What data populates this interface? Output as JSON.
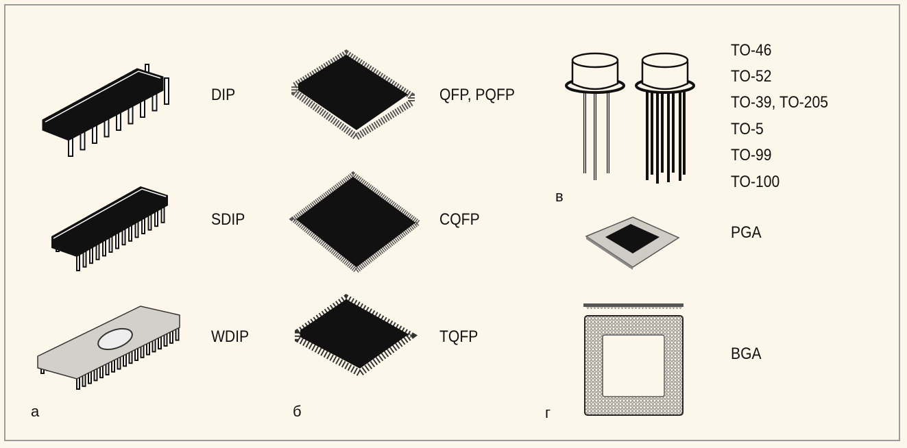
{
  "panels": {
    "a": {
      "letter": "а",
      "labels": [
        "DIP",
        "SDIP",
        "WDIP"
      ]
    },
    "b": {
      "letter": "б",
      "labels": [
        "QFP, PQFP",
        "CQFP",
        "TQFP"
      ]
    },
    "v": {
      "letter": "в",
      "labels": [
        "TO-46",
        "TO-52",
        "TO-39, TO-205",
        "TO-5",
        "TO-99",
        "TO-100"
      ]
    },
    "g": {
      "letter": "г",
      "labels": [
        "PGA",
        "BGA"
      ]
    }
  },
  "colors": {
    "background": "#fdf6ea",
    "border": "#9a9a9a",
    "chip": "#111111",
    "ceramic": "#c9c6c0"
  }
}
